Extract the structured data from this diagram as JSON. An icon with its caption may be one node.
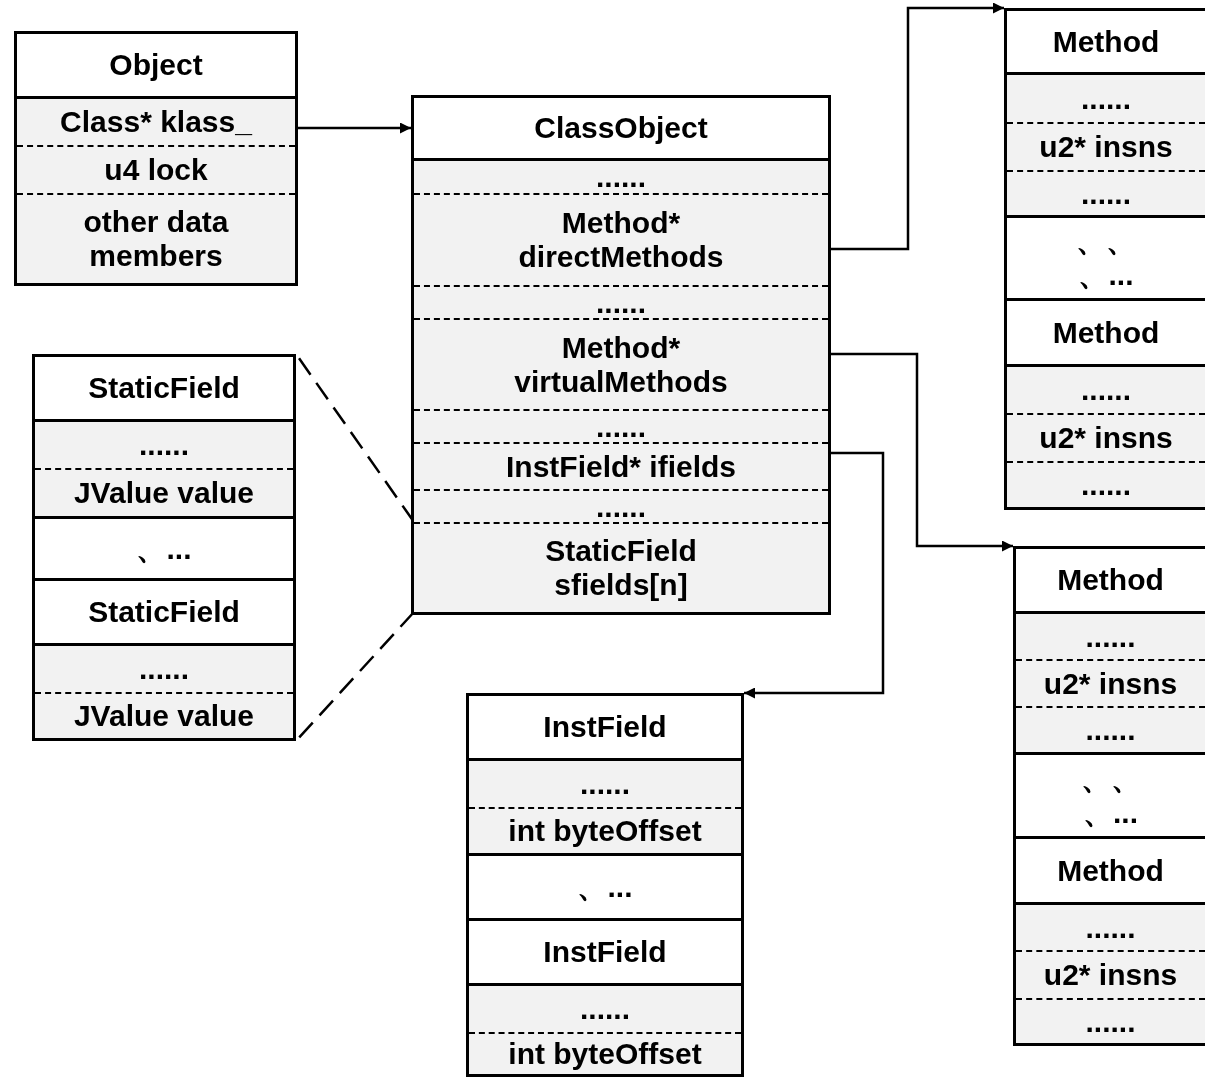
{
  "diagram": {
    "nodes": [
      {
        "text": [
          "Object"
        ]
      },
      {
        "text": [
          "Class* klass_"
        ],
        "in": 0
      },
      {
        "text": [
          "u4 lock"
        ],
        "in": 0
      },
      {
        "text": [
          "other data members"
        ],
        "in": 0
      },
      {
        "text": [
          "ClassObject"
        ]
      },
      {
        "text": [
          "......"
        ],
        "in": 4
      },
      {
        "text": [
          "Method* directMethods"
        ],
        "in": 4
      },
      {
        "text": [
          "......"
        ],
        "in": 4
      },
      {
        "text": [
          "Method* virtualMethods"
        ],
        "in": 4
      },
      {
        "text": [
          "......"
        ],
        "in": 4
      },
      {
        "text": [
          "InstField* ifields"
        ],
        "in": 4
      },
      {
        "text": [
          "......"
        ],
        "in": 4
      },
      {
        "text": [
          "StaticField sfields[n]"
        ],
        "in": 4
      },
      {
        "text": [],
        "shape": "box"
      },
      {
        "text": [
          "StaticField"
        ],
        "in": 13
      },
      {
        "text": [
          "......"
        ],
        "in": 13
      },
      {
        "text": [
          "JValue value"
        ],
        "in": 13
      },
      {
        "text": [
          "、..."
        ],
        "in": 13
      },
      {
        "text": [
          "StaticField"
        ],
        "in": 13
      },
      {
        "text": [
          "......"
        ],
        "in": 13
      },
      {
        "text": [
          "JValue value"
        ],
        "in": 13
      },
      {
        "text": [],
        "shape": "box"
      },
      {
        "text": [
          "InstField"
        ],
        "in": 21
      },
      {
        "text": [
          "......"
        ],
        "in": 21
      },
      {
        "text": [
          "int byteOffset"
        ],
        "in": 21
      },
      {
        "text": [
          "、..."
        ],
        "in": 21
      },
      {
        "text": [
          "InstField"
        ],
        "in": 21
      },
      {
        "text": [
          "......"
        ],
        "in": 21
      },
      {
        "text": [
          "int byteOffset"
        ],
        "in": 21
      },
      {
        "text": [],
        "shape": "box"
      },
      {
        "text": [
          "Method"
        ],
        "in": 29
      },
      {
        "text": [
          "......"
        ],
        "in": 29
      },
      {
        "text": [
          "u2* insns"
        ],
        "in": 29
      },
      {
        "text": [
          "......"
        ],
        "in": 29
      },
      {
        "text": [
          "、、、..."
        ],
        "in": 29
      },
      {
        "text": [
          "Method"
        ],
        "in": 29
      },
      {
        "text": [
          "......"
        ],
        "in": 29
      },
      {
        "text": [
          "u2* insns"
        ],
        "in": 29
      },
      {
        "text": [
          "......"
        ],
        "in": 29
      },
      {
        "text": [],
        "shape": "box"
      },
      {
        "text": [
          "Method"
        ],
        "in": 39
      },
      {
        "text": [
          "......"
        ],
        "in": 39
      },
      {
        "text": [
          "u2* insns"
        ],
        "in": 39
      },
      {
        "text": [
          "......"
        ],
        "in": 39
      },
      {
        "text": [
          "、、、..."
        ],
        "in": 39
      },
      {
        "text": [
          "Method"
        ],
        "in": 39
      },
      {
        "text": [
          "......"
        ],
        "in": 39
      },
      {
        "text": [
          "u2* insns"
        ],
        "in": 39
      },
      {
        "text": [
          "......"
        ],
        "in": 39
      }
    ],
    "edges": [
      {
        "from": 1,
        "to": 4,
        "arrow": "to"
      },
      {
        "from": 6,
        "to": 29,
        "arrow": "to"
      },
      {
        "from": 8,
        "to": 39,
        "arrow": "to"
      },
      {
        "from": 10,
        "to": 21,
        "arrow": "to"
      },
      {
        "from": 12,
        "to": 13,
        "arrow": "none",
        "style": "dashed"
      },
      {
        "from": 12,
        "to": 13,
        "arrow": "none",
        "style": "dashed"
      }
    ]
  }
}
